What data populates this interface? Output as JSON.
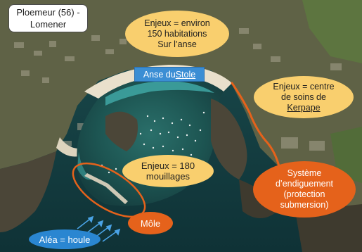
{
  "colors": {
    "sea_deep": "#133f44",
    "sea_turquoise": "#3fa7a4",
    "sand": "#e9e0cc",
    "rock": "#4b4638",
    "land": "#6c6c4e",
    "orange_accent": "#e5621b",
    "yellow_label": "#f9cf6e",
    "blue_label": "#2a86d1"
  },
  "labels": {
    "title": "Ploemeur (56) -\nLomener",
    "enjeux_habitations": "Enjeux = environ\n150 habitations\nSur l’anse",
    "anse_du_stole_prefix": "Anse du ",
    "anse_du_stole_underlined": "Stole",
    "enjeux_centre_soins": "Enjeux = centre\nde soins de\n",
    "enjeux_centre_soins_underlined": "Kerpape",
    "enjeux_mouillages": "Enjeux = 180\nmouillages",
    "systeme_endiguement": "Système\nd’endiguement\n(protection\nsubmersion)",
    "mole": "Môle",
    "alea_houle": "Aléa = houle"
  }
}
